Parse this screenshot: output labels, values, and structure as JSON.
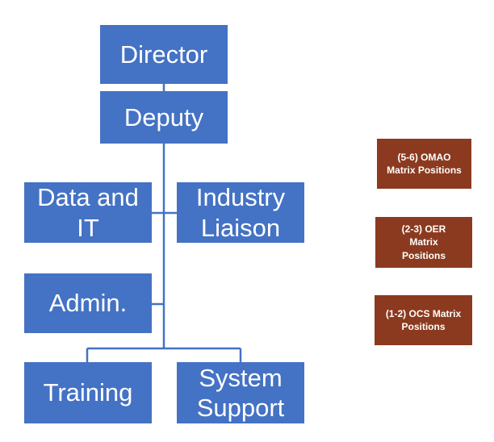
{
  "org_chart": {
    "director": "Director",
    "deputy": "Deputy",
    "data_it": "Data and IT",
    "industry_liaison": "Industry\nLiaison",
    "admin": "Admin.",
    "training": "Training",
    "system_support": "System\nSupport"
  },
  "matrix_positions": [
    "(5-6) OMAO\nMatrix Positions",
    "(2-3) OER\nMatrix\nPositions",
    "(1-2) OCS Matrix\nPositions"
  ],
  "colors": {
    "node_fill": "#4472c4",
    "connector": "#4472c4",
    "matrix_fill": "#8b3a1f"
  }
}
